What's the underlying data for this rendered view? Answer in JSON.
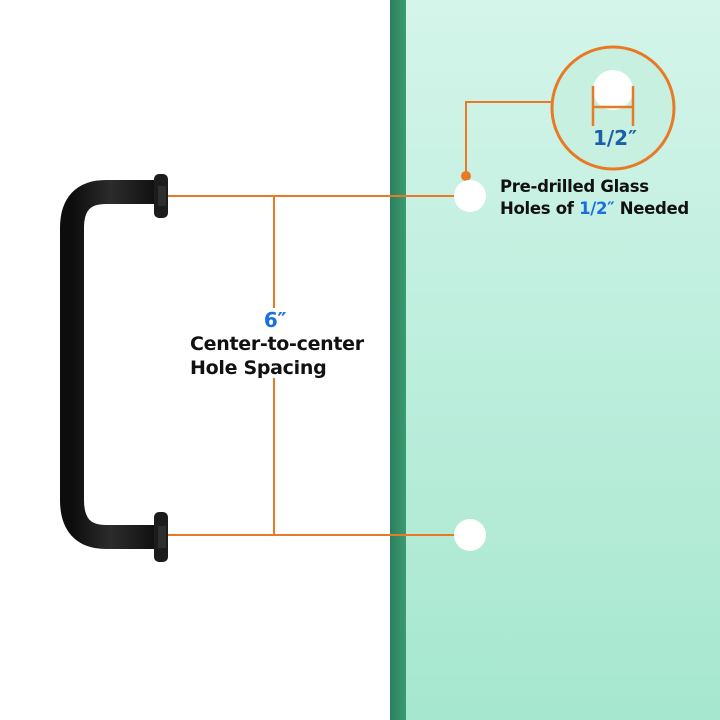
{
  "colors": {
    "accent": "#e87a25",
    "measurement_blue": "#1a6fe0",
    "glass_light": "#b3ead6",
    "glass_edge": "#2e8a64",
    "handle": "#161616"
  },
  "icons": {
    "handle": "door-pull-handle-icon",
    "glass": "glass-panel-icon",
    "hole": "drill-hole-icon",
    "zoom": "magnified-hole-icon"
  },
  "spacing": {
    "value": "6″",
    "line1": "Center-to-center",
    "line2": "Hole Spacing"
  },
  "holes": {
    "line1": "Pre-drilled Glass",
    "line2_prefix": "Holes of ",
    "line2_value": "1/2″",
    "line2_suffix": " Needed"
  },
  "zoom": {
    "diameter": "1/2″"
  }
}
